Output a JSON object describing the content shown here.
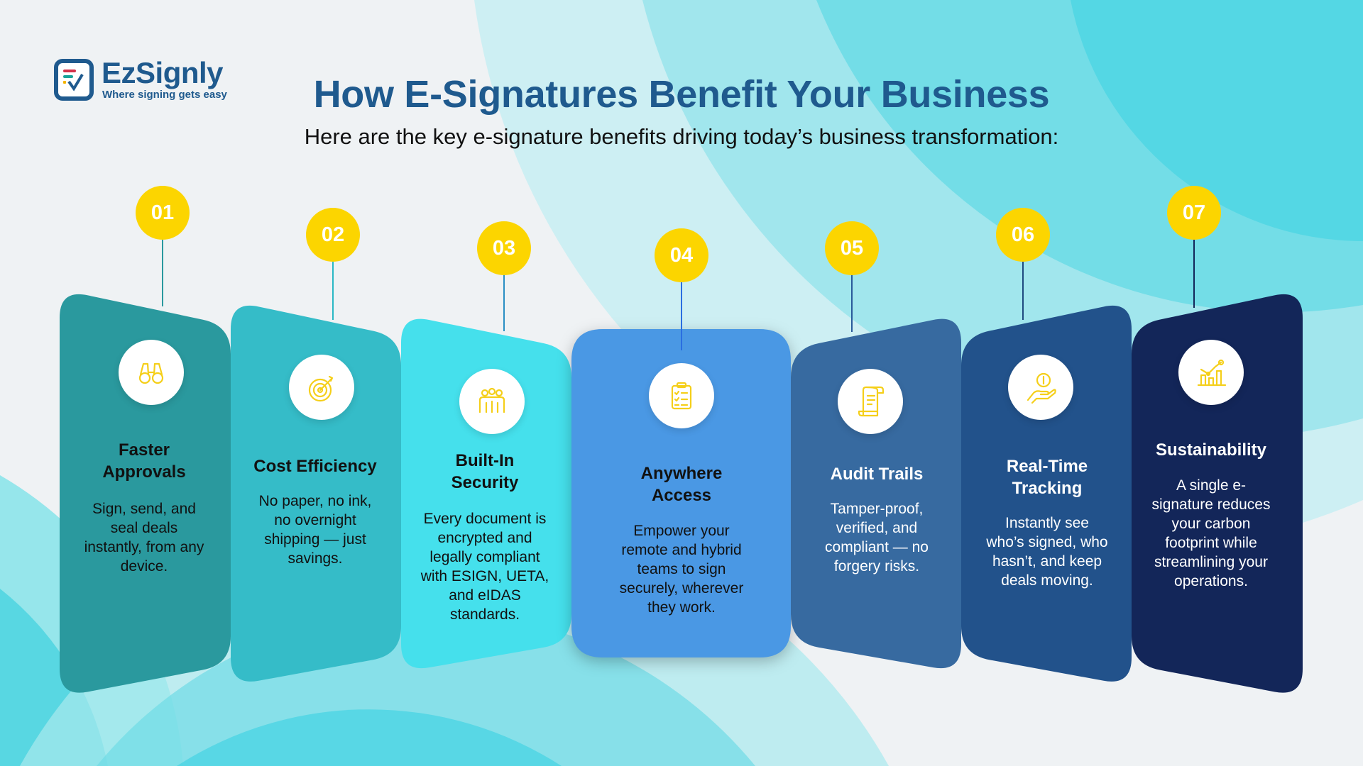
{
  "brand": {
    "name": "EzSignly",
    "tagline": "Where signing gets easy"
  },
  "header": {
    "title": "How E-Signatures Benefit Your Business",
    "subtitle": "Here are the key e-signature benefits driving today’s business transformation:"
  },
  "colors": {
    "badge": "#fcd500",
    "icon": "#f5cf1a",
    "title": "#1f5a8e"
  },
  "cards": [
    {
      "number": "01",
      "title": "Faster\nApprovals",
      "body": "Sign, send, and\nseal deals\ninstantly, from any\ndevice.",
      "icon": "binoculars-icon",
      "color": "#2a999e",
      "dark_text": true
    },
    {
      "number": "02",
      "title": "Cost Efficiency",
      "body": "No paper, no ink,\nno overnight\nshipping — just\nsavings.",
      "icon": "target-icon",
      "color": "#35bcc8",
      "dark_text": true
    },
    {
      "number": "03",
      "title": "Built-In\nSecurity",
      "body": "Every document is\nencrypted and\nlegally compliant\nwith ESIGN, UETA,\nand eIDAS\nstandards.",
      "icon": "team-icon",
      "color": "#45e0ec",
      "dark_text": true
    },
    {
      "number": "04",
      "title": "Anywhere\nAccess",
      "body": "Empower your\nremote and hybrid\nteams to sign\nsecurely, wherever\nthey work.",
      "icon": "clipboard-checklist-icon",
      "color": "#4a98e4",
      "dark_text": true
    },
    {
      "number": "05",
      "title": "Audit Trails",
      "body": "Tamper-proof,\nverified, and\ncompliant — no\nforgery risks.",
      "icon": "scroll-icon",
      "color": "#376aa0",
      "dark_text": false
    },
    {
      "number": "06",
      "title": "Real-Time\nTracking",
      "body": "Instantly see\nwho’s signed, who\nhasn’t, and keep\ndeals moving.",
      "icon": "hand-coin-icon",
      "color": "#22528b",
      "dark_text": false
    },
    {
      "number": "07",
      "title": "Sustainability",
      "body": "A single e-\nsignature reduces\nyour carbon\nfootprint while\nstreamlining your\noperations.",
      "icon": "growth-chart-icon",
      "color": "#132659",
      "dark_text": false
    }
  ]
}
